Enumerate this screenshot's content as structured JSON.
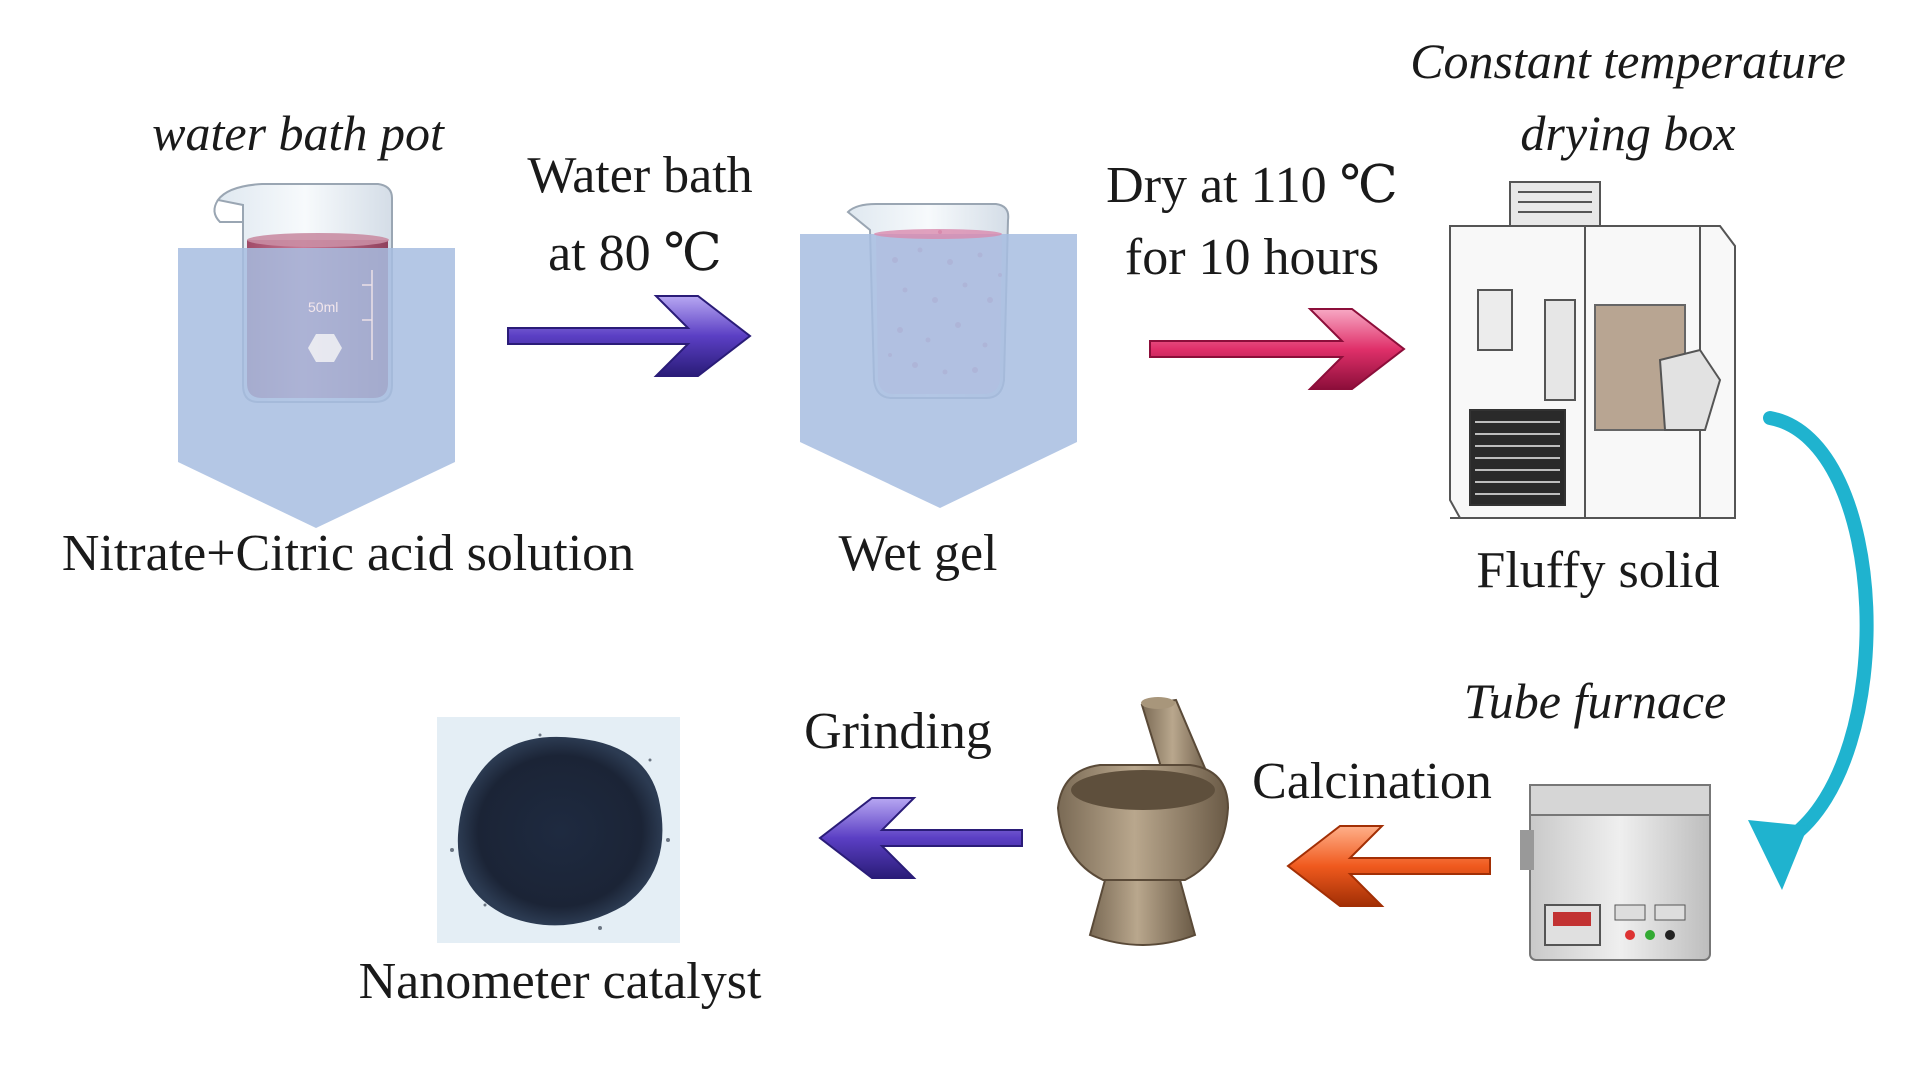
{
  "labels": {
    "water_bath_pot": "water bath pot",
    "step1_line1": "Water bath",
    "step1_line2": "at 80 ℃",
    "step2_line1": "Dry at 110 ℃",
    "step2_line2": "for 10 hours",
    "drying_box_line1": "Constant temperature",
    "drying_box_line2": "drying box",
    "solution": "Nitrate+Citric acid solution",
    "wet_gel": "Wet gel",
    "fluffy_solid": "Fluffy solid",
    "tube_furnace": "Tube furnace",
    "calcination": "Calcination",
    "grinding": "Grinding",
    "catalyst": "Nanometer catalyst",
    "beaker_mark": "50ml"
  },
  "colors": {
    "water": "#a7bde0",
    "solution": "#b0506e",
    "arrow_purple": "#5b3fc4",
    "arrow_pink": "#e0306a",
    "arrow_orange": "#f05a1e",
    "arrow_cyan": "#1fb3cf",
    "catalyst": "#1b2436"
  }
}
